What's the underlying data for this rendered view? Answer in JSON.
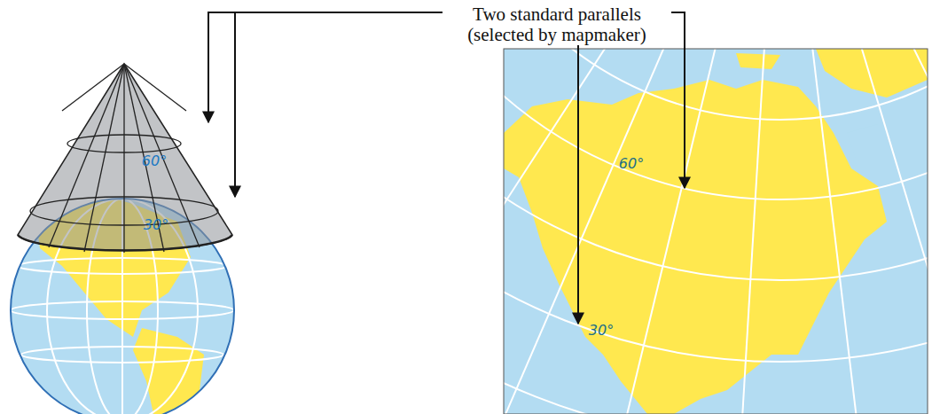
{
  "diagram": {
    "labels": [
      "Two standard parallels (selected by mapmaker)",
      "60°",
      "30°",
      "60°",
      "30°"
    ]
  }
}
